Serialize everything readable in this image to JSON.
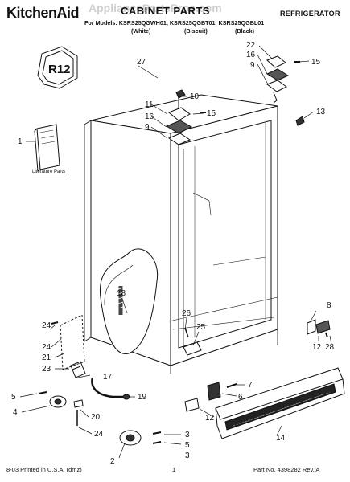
{
  "header": {
    "brand": "KitchenAid",
    "title": "CABINET PARTS",
    "appliance_type": "REFRIGERATOR",
    "models_line": "For Models: KSRS25QGWH01, KSRS25QGBT01, KSRS25QGBL01",
    "variants": [
      "(White)",
      "(Biscuit)",
      "(Black)"
    ]
  },
  "watermark": "AppliancePartsPros.com",
  "badge": "R12",
  "literature_label": "Literature Parts",
  "callouts": {
    "c1": "1",
    "c2": "2",
    "c3a": "3",
    "c3b": "3",
    "c4": "4",
    "c5a": "5",
    "c5b": "5",
    "c6": "6",
    "c7": "7",
    "c8": "8",
    "c9a": "9",
    "c9b": "9",
    "c10": "10",
    "c11": "11",
    "c12a": "12",
    "c12b": "12",
    "c13": "13",
    "c14": "14",
    "c15a": "15",
    "c15b": "15",
    "c16a": "16",
    "c16b": "16",
    "c17": "17",
    "c18": "18",
    "c19": "19",
    "c20": "20",
    "c21": "21",
    "c22": "22",
    "c23": "23",
    "c24a": "24",
    "c24b": "24",
    "c25": "25",
    "c26": "26",
    "c27": "27",
    "c28": "28"
  },
  "footer": {
    "printed": "8-03 Printed in U.S.A. (dmz)",
    "page": "1",
    "part_no": "Part No. 4398282 Rev. A"
  }
}
